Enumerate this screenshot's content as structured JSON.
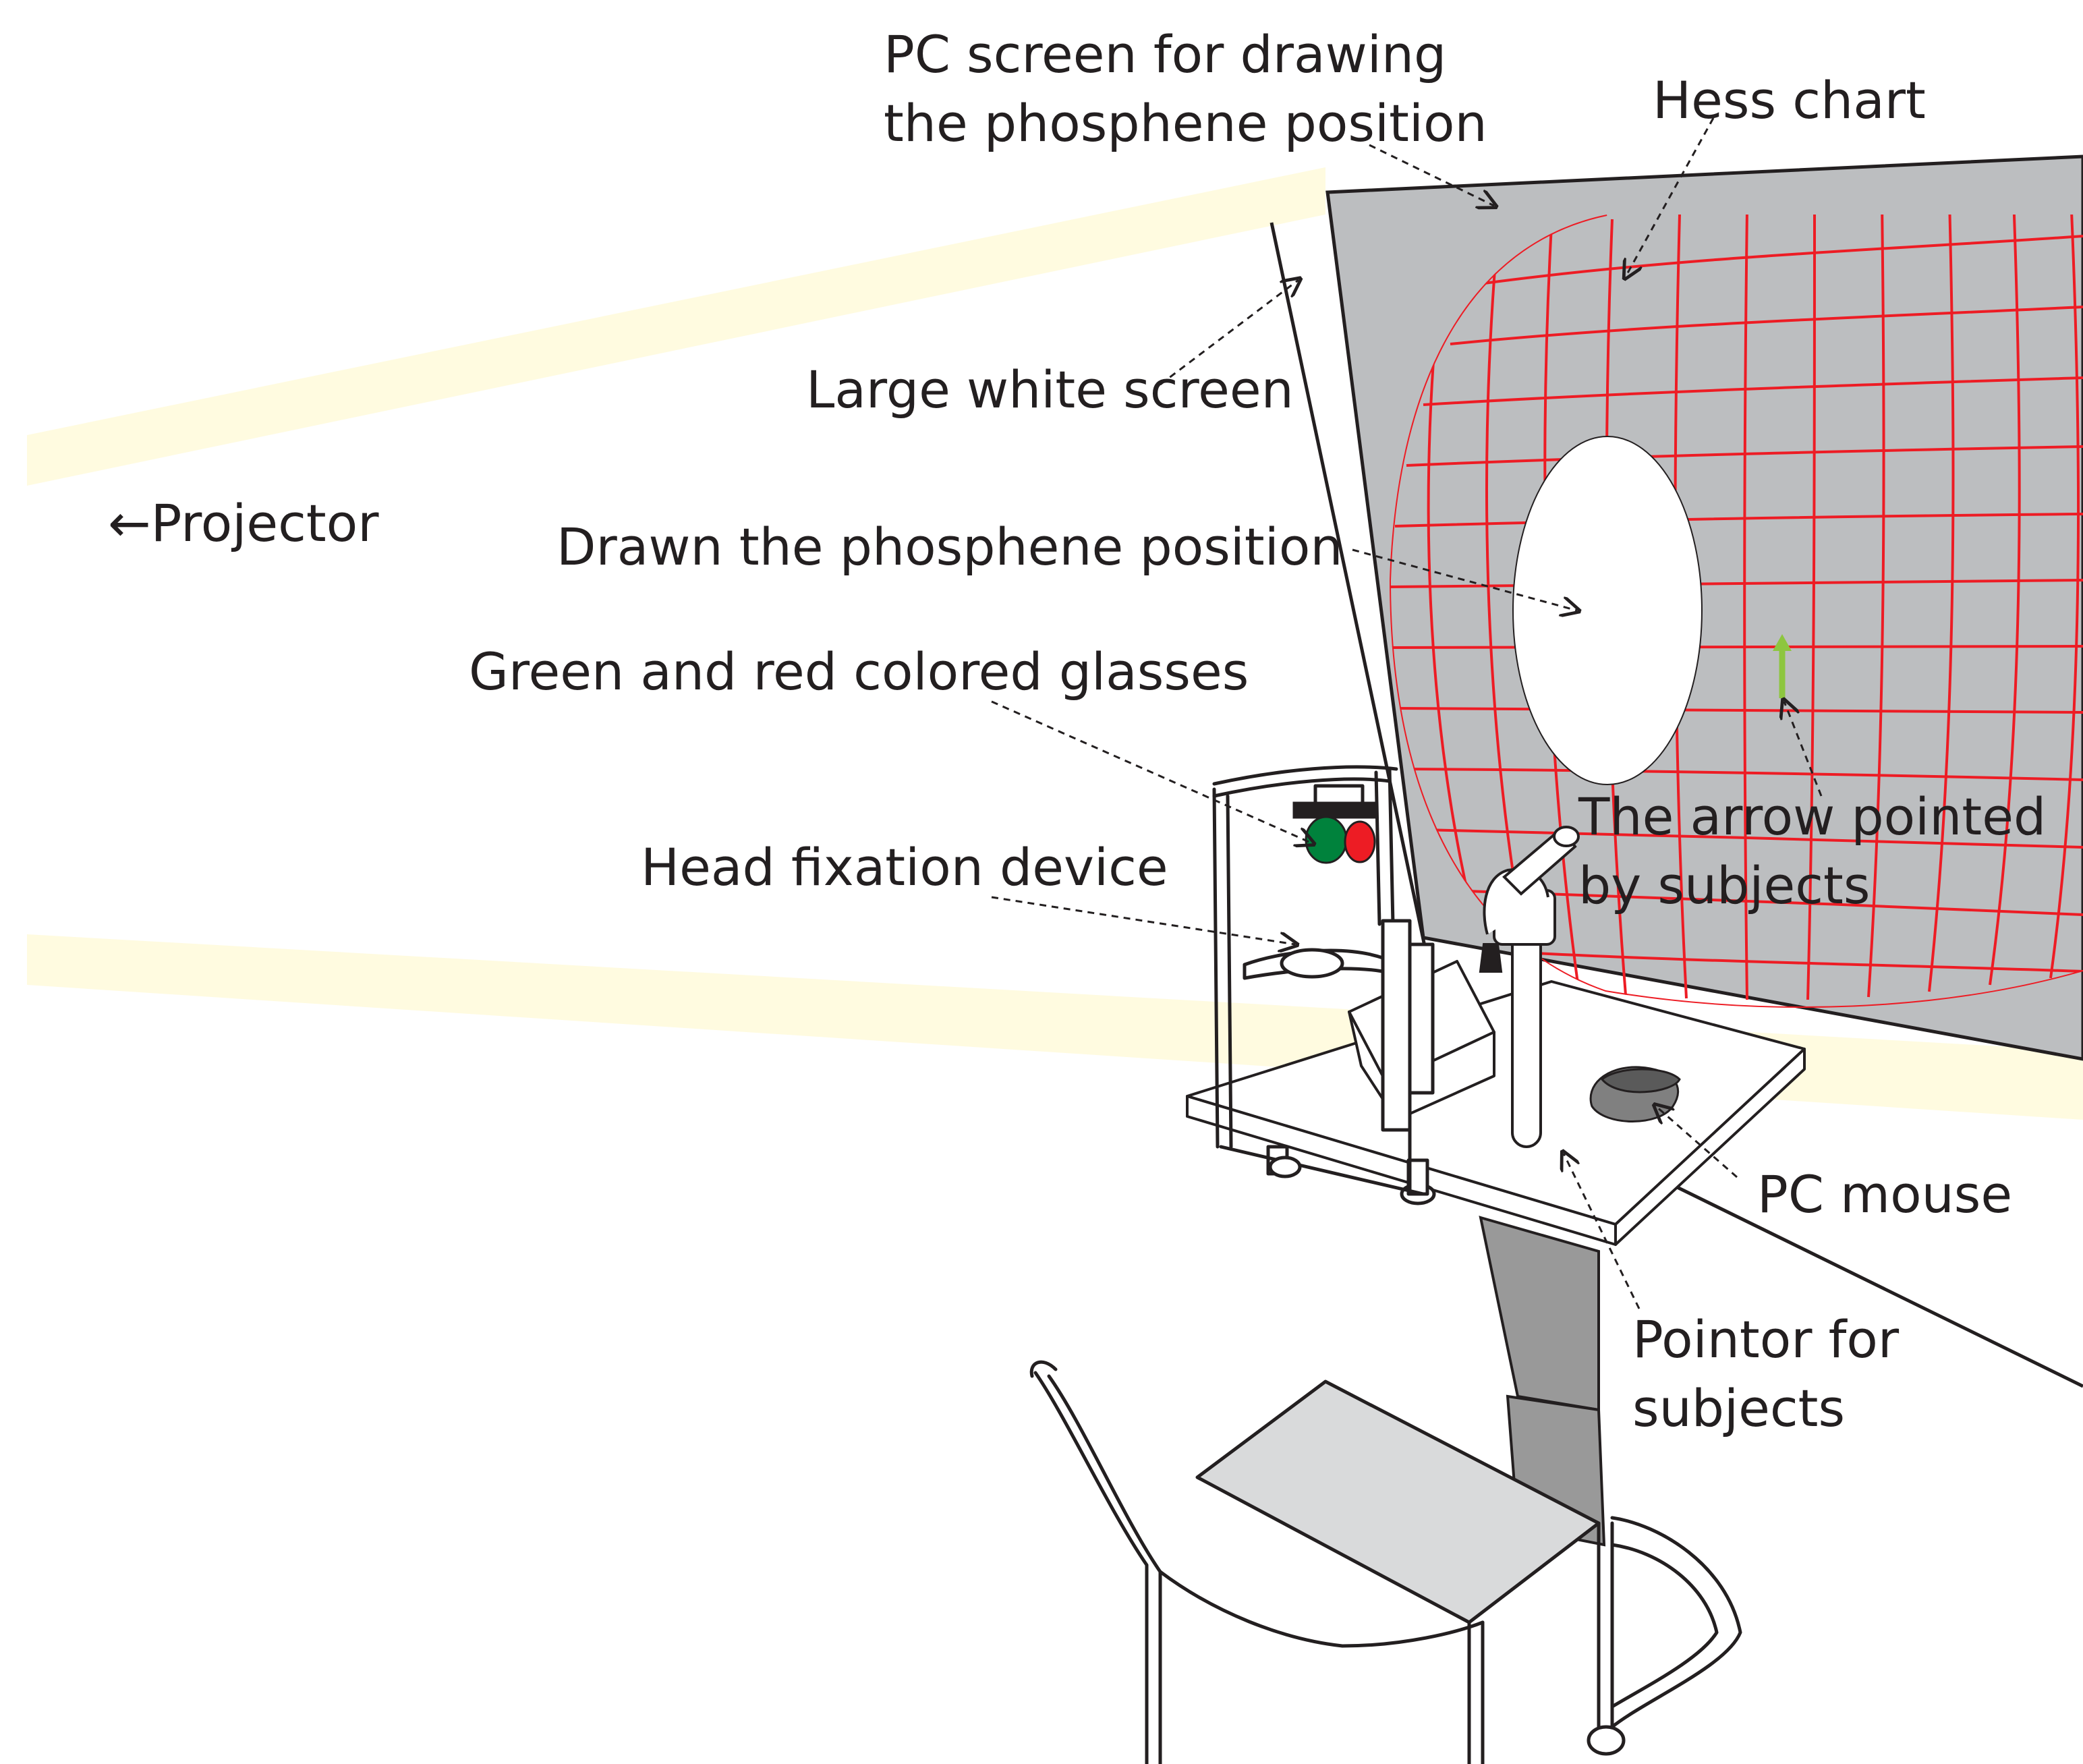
{
  "labels": {
    "pc_screen": [
      "PC screen for drawing",
      "the phosphene position"
    ],
    "hess_chart": "Hess chart",
    "large_white_screen": "Large white screen",
    "projector": "←Projector",
    "drawn_phosphene": "Drawn the phosphene position",
    "glasses": "Green and red colored glasses",
    "head_fixation": "Head fixation device",
    "arrow_pointed": [
      "The arrow pointed",
      "by subjects"
    ],
    "pc_mouse": "PC mouse",
    "pointer": [
      "Pointor for",
      "subjects"
    ]
  },
  "colors": {
    "projector_beam": "#fffbe0",
    "screen_gray": "#bcbec0",
    "hess_grid": "#ed1c24",
    "glass_green": "#00823c",
    "glass_red": "#ed1c24",
    "arrow_green": "#8dc63f",
    "line": "#231f20",
    "pole_gray": "#999999",
    "chair_seat": "#d9dadb"
  }
}
